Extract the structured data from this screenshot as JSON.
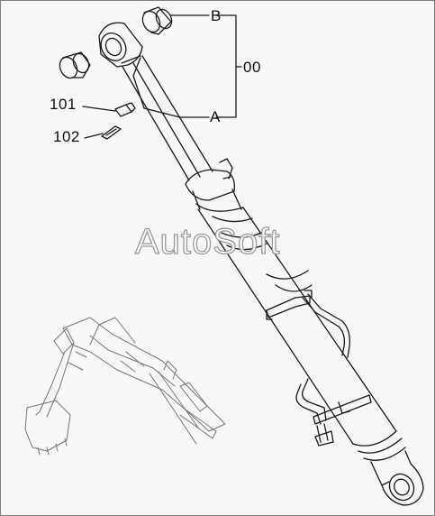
{
  "labels": {
    "b": "B",
    "a": "A",
    "assembly": "00",
    "part_101": "101",
    "part_102": "102"
  },
  "watermark": "AutoSoft",
  "colors": {
    "line": "#1a1a1a",
    "background": "#f7f7f7",
    "frame": "#7d7d7d",
    "watermark_stroke": "#9a9a9a"
  }
}
